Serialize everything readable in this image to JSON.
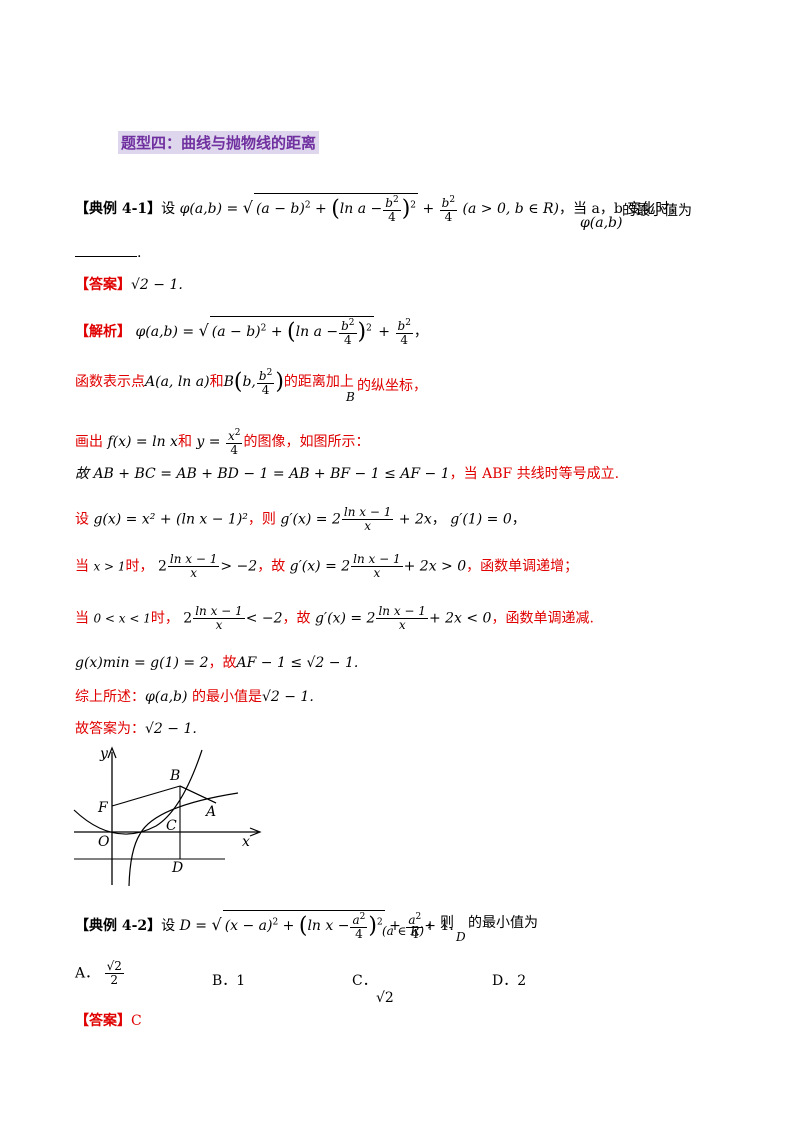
{
  "section_title": "题型四：曲线与抛物线的距离",
  "ex1": {
    "tag": "【典例 4-1】",
    "intro": "设",
    "lhs": "φ(a,b) =",
    "expr_a": "(a − b)",
    "expr_b": "ln a −",
    "b2": "b",
    "four": "4",
    "cond": "(a > 0, b ∈ R)",
    "text": "，当 a，b 变化时，",
    "phi": "φ(a,b)",
    "tail": "的最小值为",
    "end": "."
  },
  "answer1": {
    "tag": "【答案】",
    "value": "√2 − 1."
  },
  "analysis": {
    "tag": "【解析】",
    "lhs": "φ(a,b) =",
    "comma": "，",
    "line2_a": "函数表示点",
    "pointA": "A(a, ln a)",
    "line2_b": "和",
    "pointB": "B",
    "line2_c": "的距离加上",
    "B": "B",
    "line2_d": "的纵坐标，",
    "line3_a": "画出",
    "fx": "f(x) = ln x",
    "line3_b": "和",
    "y": "y =",
    "x2": "x",
    "line3_c": "的图像，如图所示：",
    "line4": "故 AB + BC = AB + BD − 1 = AB + BF − 1 ≤ AF − 1",
    "line4_red": "，当 ABF 共线时等号成立.",
    "line5_a": "设",
    "gx": "g(x) = x² + (ln x − 1)²",
    "line5_b": "，则",
    "gpx": "g′(x) = 2",
    "lnx1": "ln x − 1",
    "xden": "x",
    "plus2x": "+ 2x",
    "g1": "g′(1) = 0",
    "line6_a": "当",
    "x_gt1": "x > 1",
    "line6_b": "时，",
    "gt_m2": "> −2",
    "line6_c": "，故",
    "gt0": "+ 2x > 0",
    "line6_d": "，函数单调递增；",
    "line7_a": "当",
    "x_range": "0 < x < 1",
    "line7_b": "时，",
    "lt_m2": "< −2",
    "line7_c": "，故",
    "lt0": "+ 2x < 0",
    "line7_d": "，函数单调递减.",
    "line8": "g(x)min = g(1) = 2",
    "line8_b": "，故",
    "line8_c": "AF − 1 ≤ √2 − 1.",
    "line9_a": "综上所述：",
    "line9_b": "φ(a,b)",
    "line9_c": "的最小值是",
    "line9_d": "√2 − 1.",
    "line10_a": "故答案为：",
    "line10_b": "√2 − 1."
  },
  "figure": {
    "labels": {
      "y": "y",
      "x": "x",
      "B": "B",
      "A": "A",
      "F": "F",
      "C": "C",
      "O": "O",
      "D": "D"
    }
  },
  "ex2": {
    "tag": "【典例 4-2】",
    "intro": "设",
    "lhs": "D =",
    "expr_a": "(x − a)",
    "expr_b": "ln x −",
    "a2": "a",
    "four": "4",
    "plus1": "+ 1.",
    "cond": "(a ∈ R)",
    "text": "，则",
    "D": "D",
    "tail": "的最小值为"
  },
  "options": {
    "A_label": "A．",
    "A_num": "√2",
    "A_den": "2",
    "B": "B．1",
    "C_label": "C．",
    "C_val": "√2",
    "D": "D．2"
  },
  "answer2": {
    "tag": "【答案】",
    "value": "C"
  }
}
